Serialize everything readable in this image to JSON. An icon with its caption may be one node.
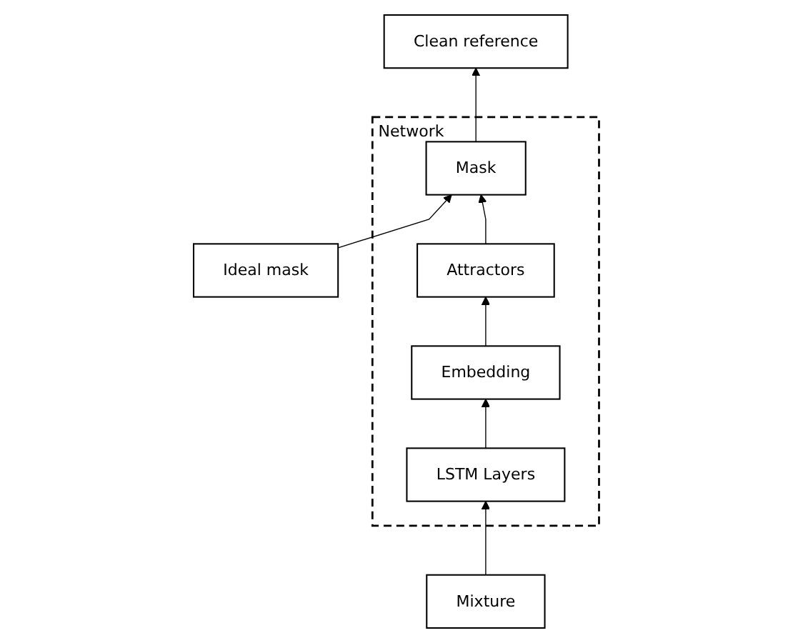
{
  "diagram": {
    "nodes": [
      {
        "text": [
          "Clean reference"
        ]
      },
      {
        "text": [
          "Network"
        ]
      },
      {
        "text": [
          "Mask"
        ],
        "in": 1
      },
      {
        "text": [
          "Attractors"
        ],
        "in": 1
      },
      {
        "text": [
          "Embedding"
        ],
        "in": 1
      },
      {
        "text": [
          "LSTM Layers"
        ],
        "in": 1
      },
      {
        "text": [
          "Ideal mask"
        ]
      },
      {
        "text": [
          "Mixture"
        ]
      }
    ],
    "edges": [
      {
        "from": 2,
        "to": 0,
        "arrow": "to"
      },
      {
        "from": 6,
        "to": 2,
        "arrow": "to"
      },
      {
        "from": 3,
        "to": 2,
        "arrow": "to"
      },
      {
        "from": 4,
        "to": 3,
        "arrow": "to"
      },
      {
        "from": 5,
        "to": 4,
        "arrow": "to"
      },
      {
        "from": 7,
        "to": 5,
        "arrow": "to"
      }
    ]
  }
}
